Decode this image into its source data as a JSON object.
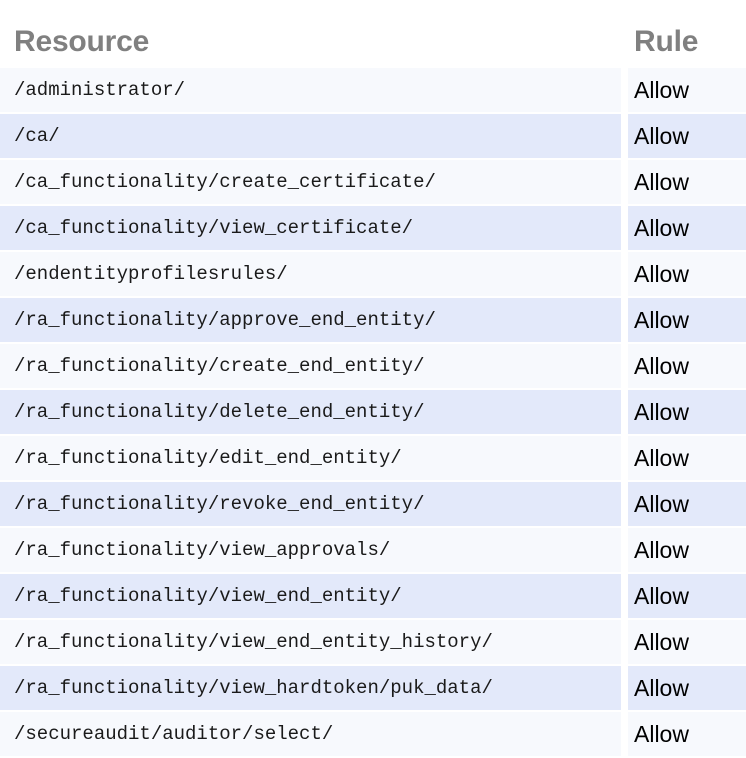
{
  "table": {
    "columns": [
      {
        "key": "resource",
        "label": "Resource"
      },
      {
        "key": "rule",
        "label": "Rule"
      }
    ],
    "colors": {
      "header_text": "#808080",
      "row_odd_background": "#f7f9fd",
      "row_even_background": "#e3e9fa",
      "page_background": "#ffffff",
      "cell_text": "#1a1a1a",
      "rule_text": "#000000"
    },
    "rows": [
      {
        "resource": "/administrator/",
        "rule": "Allow"
      },
      {
        "resource": "/ca/",
        "rule": "Allow"
      },
      {
        "resource": "/ca_functionality/create_certificate/",
        "rule": "Allow"
      },
      {
        "resource": "/ca_functionality/view_certificate/",
        "rule": "Allow"
      },
      {
        "resource": "/endentityprofilesrules/",
        "rule": "Allow"
      },
      {
        "resource": "/ra_functionality/approve_end_entity/",
        "rule": "Allow"
      },
      {
        "resource": "/ra_functionality/create_end_entity/",
        "rule": "Allow"
      },
      {
        "resource": "/ra_functionality/delete_end_entity/",
        "rule": "Allow"
      },
      {
        "resource": "/ra_functionality/edit_end_entity/",
        "rule": "Allow"
      },
      {
        "resource": "/ra_functionality/revoke_end_entity/",
        "rule": "Allow"
      },
      {
        "resource": "/ra_functionality/view_approvals/",
        "rule": "Allow"
      },
      {
        "resource": "/ra_functionality/view_end_entity/",
        "rule": "Allow"
      },
      {
        "resource": "/ra_functionality/view_end_entity_history/",
        "rule": "Allow"
      },
      {
        "resource": "/ra_functionality/view_hardtoken/puk_data/",
        "rule": "Allow"
      },
      {
        "resource": "/secureaudit/auditor/select/",
        "rule": "Allow"
      }
    ]
  }
}
